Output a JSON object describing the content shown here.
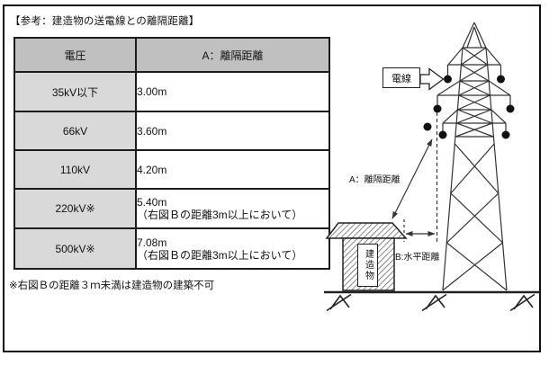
{
  "page": {
    "title": "【参考：建造物の送電線との離隔距離】",
    "footnote": "※右図Ｂの距離３ｍ未満は建造物の建築不可"
  },
  "table": {
    "headers": {
      "voltage": "電圧",
      "distance": "A：離隔距離"
    },
    "rows": [
      {
        "voltage": "35kV以下",
        "distance": "3.00m",
        "note": ""
      },
      {
        "voltage": "66kV",
        "distance": "3.60m",
        "note": ""
      },
      {
        "voltage": "110kV",
        "distance": "4.20m",
        "note": ""
      },
      {
        "voltage": "220kV※",
        "distance": "5.40m",
        "note": "（右図Ｂの距離3m以上において）"
      },
      {
        "voltage": "500kV※",
        "distance": "7.08m",
        "note": "（右図Ｂの距離3m以上において）"
      }
    ]
  },
  "diagram": {
    "wire_label": "電線",
    "clearance_label": "A：離隔距離",
    "horizontal_label": "B:水平距離",
    "building_label": "建造物"
  },
  "colors": {
    "header_bg": "#c0c0c0",
    "voltage_col_bg": "#d9d9d9",
    "border": "#1c1c1c",
    "line": "#333333"
  }
}
